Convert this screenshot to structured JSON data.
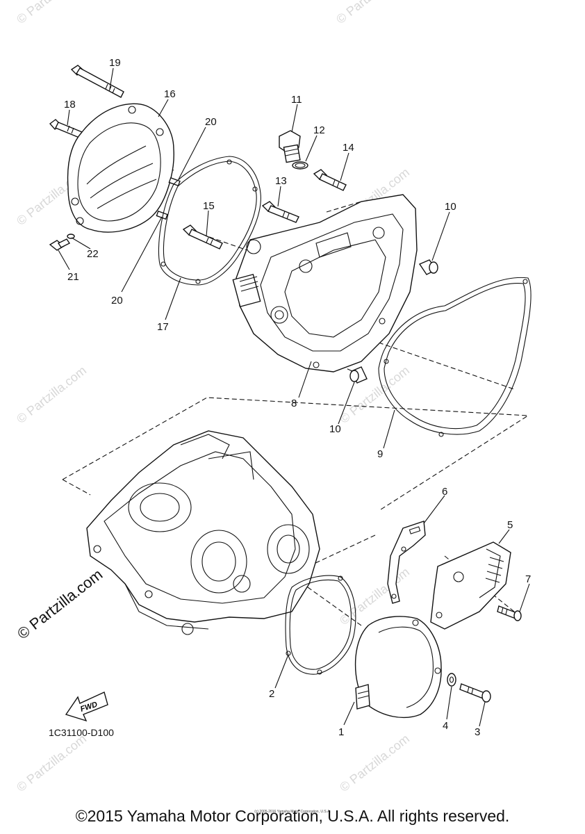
{
  "diagram": {
    "code": "1C31100-D100",
    "fwd_label": "FWD",
    "copyright": "©2015 Yamaha Motor Corporation, U.S.A. All rights reserved.",
    "small_note": "(c) 2005-2016 Yamaha Motor Corporation, U.S.A.",
    "watermark": "© Partzilla.com",
    "callouts": [
      "19",
      "18",
      "16",
      "20",
      "20",
      "22",
      "21",
      "17",
      "15",
      "11",
      "12",
      "14",
      "13",
      "10",
      "10",
      "8",
      "9",
      "6",
      "5",
      "7",
      "2",
      "1",
      "4",
      "3"
    ]
  }
}
